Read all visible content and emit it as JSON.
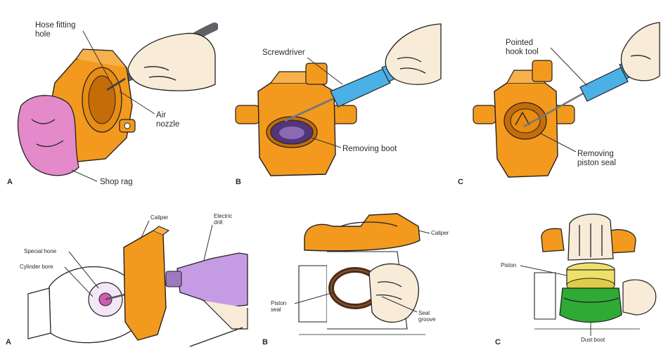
{
  "colors": {
    "caliper": "#f39a1e",
    "caliper_dark": "#c46d08",
    "rag": "#e489c9",
    "tool_blue": "#4ab0e6",
    "skin": "#f8ebd8",
    "boot": "#54357a",
    "drill": "#c59ce4",
    "seal_dark": "#4d2c17",
    "dust_boot": "#2eaa35",
    "piston_yellow": "#efe06c"
  },
  "top_row": {
    "panel_a": {
      "letter": "A",
      "hose_fitting_hole": "Hose fitting hole",
      "air_nozzle": "Air nozzle",
      "shop_rag": "Shop rag"
    },
    "panel_b": {
      "letter": "B",
      "screwdriver": "Screwdriver",
      "removing_boot": "Removing boot"
    },
    "panel_c": {
      "letter": "C",
      "pointed_hook_tool": "Pointed hook tool",
      "removing_piston_seal": "Removing piston seal"
    }
  },
  "bottom_row": {
    "panel_a": {
      "letter": "A",
      "caliper": "Caliper",
      "electric_drill": "Electric drill",
      "special_hone": "Special hone",
      "cylinder_bore": "Cylinder bore"
    },
    "panel_b": {
      "letter": "B",
      "caliper": "Caliper",
      "piston_seal": "Piston seal",
      "seal_groove": "Seal groove"
    },
    "panel_c": {
      "letter": "C",
      "piston": "Piston",
      "dust_boot": "Dust boot"
    }
  }
}
